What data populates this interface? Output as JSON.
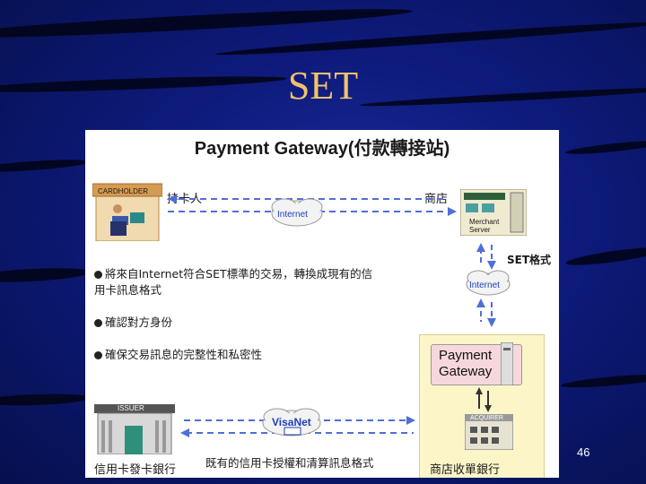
{
  "slide": {
    "title": "SET",
    "page_number": "46"
  },
  "diagram": {
    "title": "Payment Gateway(付款轉接站)",
    "cardholder_sign": "CARDHOLDER",
    "cardholder_label": "持卡人",
    "merchant_label": "商店",
    "merchant_server": "Merchant Server",
    "internet_top": "Internet",
    "internet_right": "Internet",
    "set_format": "SET格式",
    "bullets": [
      "將來自Internet符合SET標準的交易，轉換成現有的信用卡訊息格式",
      "確認對方身份",
      "確保交易訊息的完整性和私密性"
    ],
    "payment_gateway": "Payment Gateway",
    "acquirer_sign": "ACQUIRER",
    "issuer_sign": "ISSUER",
    "visanet": "VisaNet",
    "issuer_bank": "信用卡發卡銀行",
    "acquirer_bank": "商店收單銀行",
    "existing_format": "既有的信用卡授權和清算訊息格式"
  }
}
